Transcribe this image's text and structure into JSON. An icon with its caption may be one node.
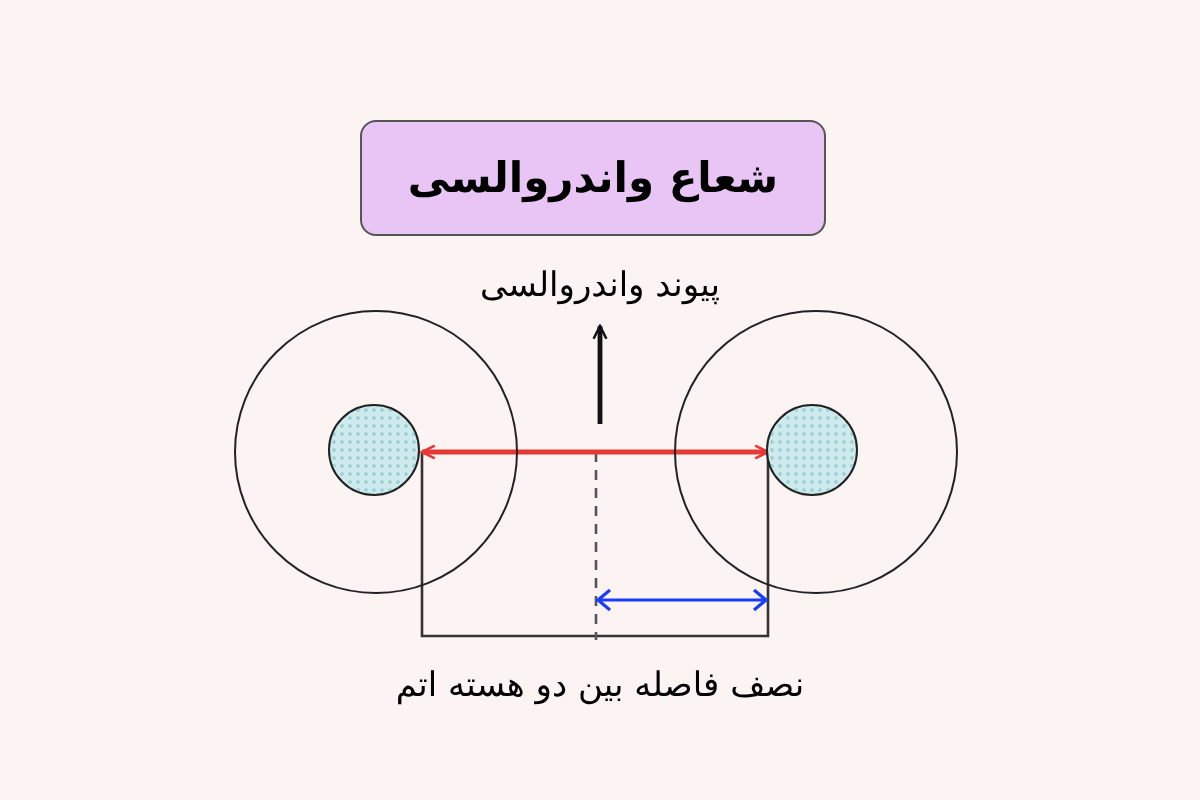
{
  "diagram": {
    "title": "شعاع واندروالسی",
    "nodes": [
      {
        "text": [
          "پیوند واندروالسی"
        ]
      },
      {
        "text": [],
        "shape": "circle"
      },
      {
        "text": [],
        "shape": "circle",
        "in": 1
      },
      {
        "text": [],
        "shape": "circle"
      },
      {
        "text": [],
        "shape": "circle",
        "in": 3
      }
    ],
    "edges": [
      {
        "from": null,
        "to": 0,
        "arrow": "to"
      },
      {
        "from": 2,
        "to": 4,
        "arrow": "both",
        "color": "#e53935"
      }
    ],
    "labels": [
      "نصف فاصله بین دو هسته اتم"
    ]
  }
}
